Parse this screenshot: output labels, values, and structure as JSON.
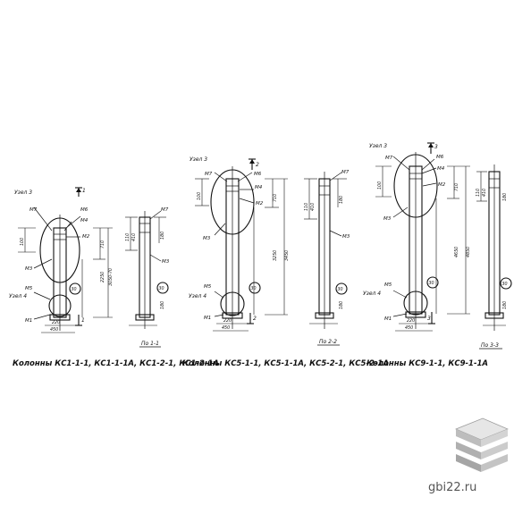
{
  "columns": [
    {
      "caption": "Колонны КС1-1-1, КС1-1-1А, КС1-2-1, КС1-2-1А",
      "node_top": "Узел 3",
      "node_bottom": "Узел 4",
      "section_mark": "1",
      "section_label": "По 1-1",
      "circle": "30",
      "marks": [
        "М1",
        "М2",
        "М3",
        "М4",
        "М5",
        "М6",
        "М7"
      ],
      "dims_main": [
        "2250",
        "3050-70",
        "710",
        "100"
      ],
      "dims_base": [
        "220",
        "450"
      ],
      "dims_side": [
        "110",
        "410",
        "180",
        "180"
      ]
    },
    {
      "caption": "Колонны КС5-1-1, КС5-1-1А, КС5-2-1, КС5-2-1А",
      "node_top": "Узел 3",
      "node_bottom": "Узел 4",
      "section_mark": "2",
      "section_label": "По 2-2",
      "circle": "30",
      "marks": [
        "М1",
        "М2",
        "М3",
        "М4",
        "М5",
        "М6",
        "М7"
      ],
      "dims_main": [
        "3250",
        "3450",
        "710",
        "100"
      ],
      "dims_base": [
        "220",
        "450"
      ],
      "dims_side": [
        "110",
        "410",
        "180",
        "180"
      ]
    },
    {
      "caption": "Колонны КС9-1-1, КС9-1-1А",
      "node_top": "Узел 3",
      "node_bottom": "Узел 4",
      "section_mark": "3",
      "section_label": "По 3-3",
      "circle": "30",
      "marks": [
        "М1",
        "М2",
        "М3",
        "М4",
        "М5",
        "М6",
        "М7"
      ],
      "dims_main": [
        "4650",
        "4850",
        "710",
        "100"
      ],
      "dims_base": [
        "220",
        "450"
      ],
      "dims_side": [
        "110",
        "410",
        "180",
        "180"
      ]
    }
  ],
  "watermark": "gbi22.ru"
}
